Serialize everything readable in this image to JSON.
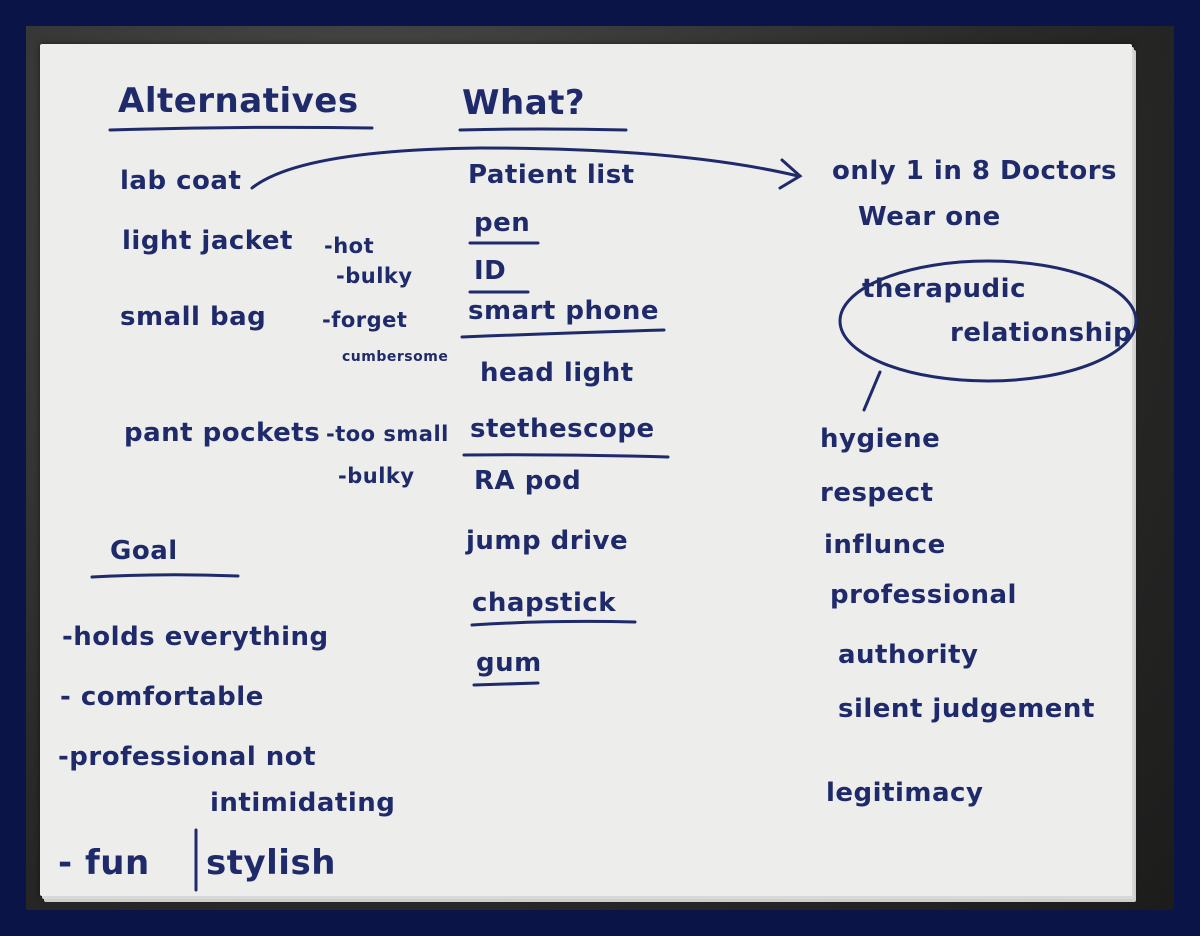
{
  "alternatives": {
    "heading": "Alternatives",
    "items": [
      {
        "name": "lab coat"
      },
      {
        "name": "light jacket",
        "notes": [
          "-hot",
          "-bulky"
        ]
      },
      {
        "name": "small bag",
        "notes": [
          "-forget",
          "cumbersome"
        ]
      },
      {
        "name": "pant pockets",
        "notes": [
          "-too small",
          "-bulky"
        ]
      }
    ]
  },
  "goal": {
    "heading": "Goal",
    "items": [
      "-holds everything",
      "- comfortable",
      "-professional not",
      "intimidating",
      "- fun",
      "stylish"
    ]
  },
  "what": {
    "heading": "What?",
    "items": [
      "Patient list",
      "pen",
      "ID",
      "smart phone",
      "head light",
      "stethescope",
      "RA pod",
      "jump drive",
      "chapstick",
      "gum"
    ]
  },
  "doctors_note": {
    "line1": "only 1 in 8 Doctors",
    "line2": "Wear one"
  },
  "bubble": {
    "line1": "therapudic",
    "line2": "relationship"
  },
  "qualities": [
    "hygiene",
    "respect",
    "influnce",
    "professional",
    "authority",
    "silent judgement",
    "legitimacy"
  ],
  "colors": {
    "ink": "#1f2a6b",
    "paper": "#ededec",
    "frame": "#0b1446"
  }
}
